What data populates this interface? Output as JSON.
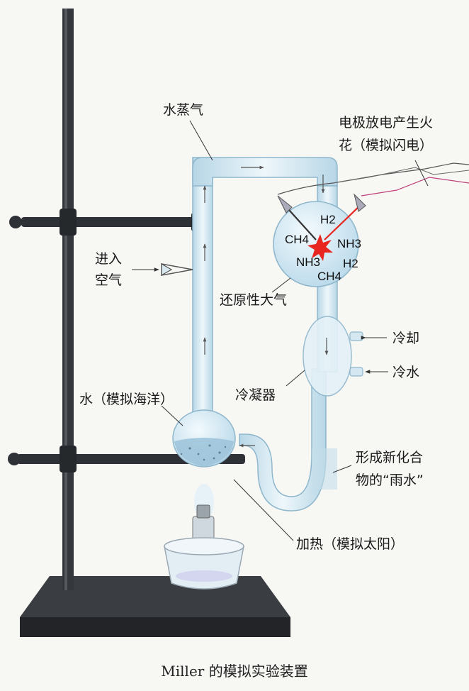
{
  "labels": {
    "water_vapor": "水蒸气",
    "electrode_line1": "电极放电产生火",
    "electrode_line2": "花（模拟闪电）",
    "air_in_line1": "进入",
    "air_in_line2": "空气",
    "reducing_atmosphere": "还原性大气",
    "cooling": "冷却",
    "cold_water": "冷水",
    "condenser": "冷凝器",
    "water_ocean": "水（模拟海洋）",
    "rain_line1": "形成新化合",
    "rain_line2": "物的“雨水”",
    "heating": "加热（模拟太阳）"
  },
  "gases": {
    "h2_top": "H2",
    "ch4_left": "CH4",
    "nh3_right": "NH3",
    "nh3_left": "NH3",
    "h2_right": "H2",
    "ch4_bottom": "CH4"
  },
  "caption": "Miller 的模拟实验装置",
  "colors": {
    "glass": "#cfe6f3",
    "glass_edge": "#8fb7cc",
    "stand": "#2e3135",
    "spark": "#e8261f",
    "water": "#9fc4da"
  }
}
